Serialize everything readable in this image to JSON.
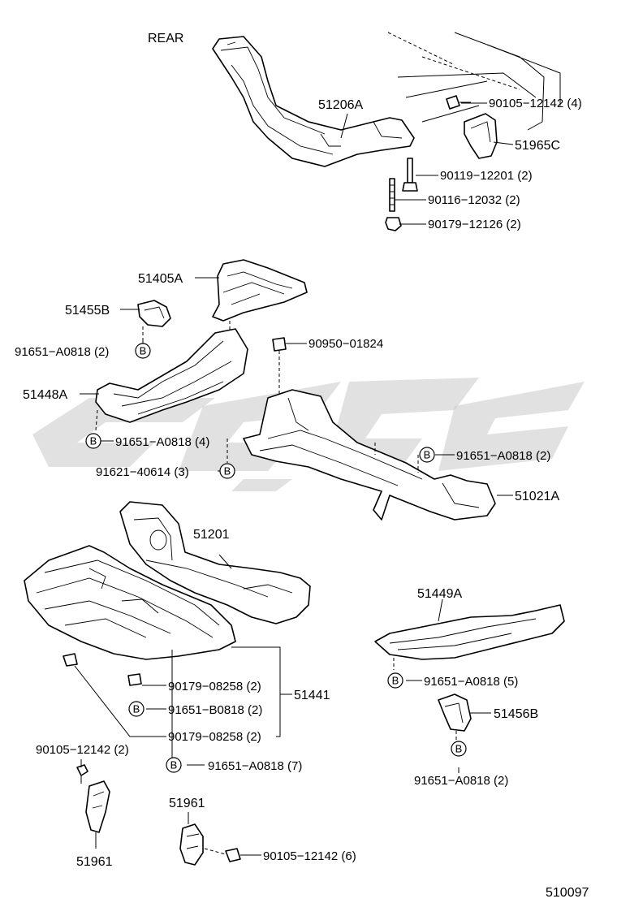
{
  "diagram": {
    "orientation_label": "REAR",
    "figure_number": "510097",
    "clip_marker": "B",
    "callouts": {
      "p51206A": "51206A",
      "p90105_12142_4": "90105−12142 (4)",
      "p51965C": "51965C",
      "p90119_12201_2": "90119−12201 (2)",
      "p90116_12032_2": "90116−12032 (2)",
      "p90179_12126_2": "90179−12126 (2)",
      "p51405A": "51405A",
      "p51455B": "51455B",
      "p91651_A0818_2_left": "91651−A0818 (2)",
      "p90950_01824": "90950−01824",
      "p51448A": "51448A",
      "p91651_A0818_4": "91651−A0818 (4)",
      "p91651_A0818_2_right": "91651−A0818 (2)",
      "p91621_40614_3": "91621−40614 (3)",
      "p51021A": "51021A",
      "p51201": "51201",
      "p51449A": "51449A",
      "p90179_08258_2a": "90179−08258 (2)",
      "p91651_B0818_2": "91651−B0818 (2)",
      "p90179_08258_2b": "90179−08258 (2)",
      "p51441": "51441",
      "p91651_A0818_5": "91651−A0818 (5)",
      "p51456B": "51456B",
      "p90105_12142_2": "90105−12142 (2)",
      "p91651_A0818_7": "91651−A0818 (7)",
      "p91651_A0818_2_bottom": "91651−A0818 (2)",
      "p51961_center": "51961",
      "p51961_left": "51961",
      "p90105_12142_6": "90105−12142 (6)"
    }
  }
}
